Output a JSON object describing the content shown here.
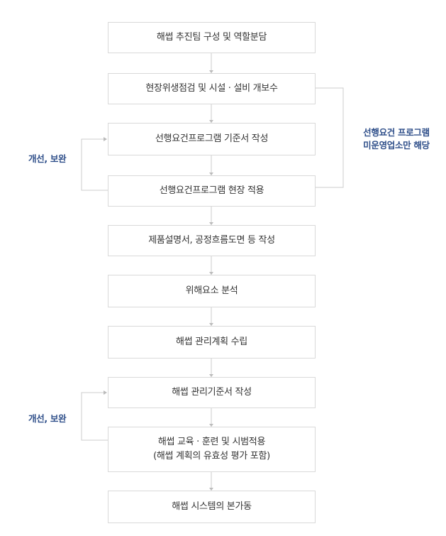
{
  "steps": [
    "해썹 추진팀 구성 및 역할분담",
    "현장위생점검 및 시설 · 설비 개보수",
    "선행요건프로그램 기준서 작성",
    "선행요건프로그램 현장 적용",
    "제품설명서, 공정흐름도면 등 작성",
    "위해요소 분석",
    "해썹 관리계획 수립",
    "해썹 관리기준서 작성",
    {
      "line1": "해썹 교육 · 훈련 및 시범적용",
      "line2": "(해썹 계획의 유효성 평가 포함)"
    },
    "해썹 시스템의 본가동"
  ],
  "annotations": {
    "prerequisite_note_line1": "선행요건 프로그램",
    "prerequisite_note_line2": "미운영업소만 해당",
    "feedback_loop_1": "개선, 보완",
    "feedback_loop_2": "개선, 보완"
  },
  "colors": {
    "box_border": "#d9d9d9",
    "connector": "#cccccc",
    "text": "#333333",
    "accent": "#2f4f8a"
  }
}
